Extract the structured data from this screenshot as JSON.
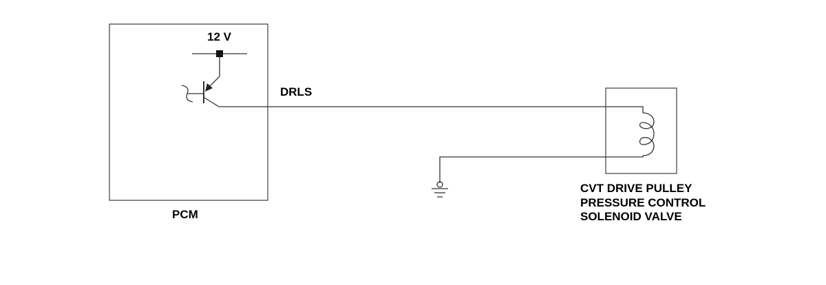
{
  "labels": {
    "supply": "12 V",
    "signal": "DRLS",
    "controller": "PCM",
    "component_lines": [
      "CVT DRIVE PULLEY",
      "PRESSURE CONTROL",
      "SOLENOID VALVE"
    ]
  },
  "colors": {
    "line": "#333333",
    "text": "#000000",
    "background": "#ffffff"
  }
}
